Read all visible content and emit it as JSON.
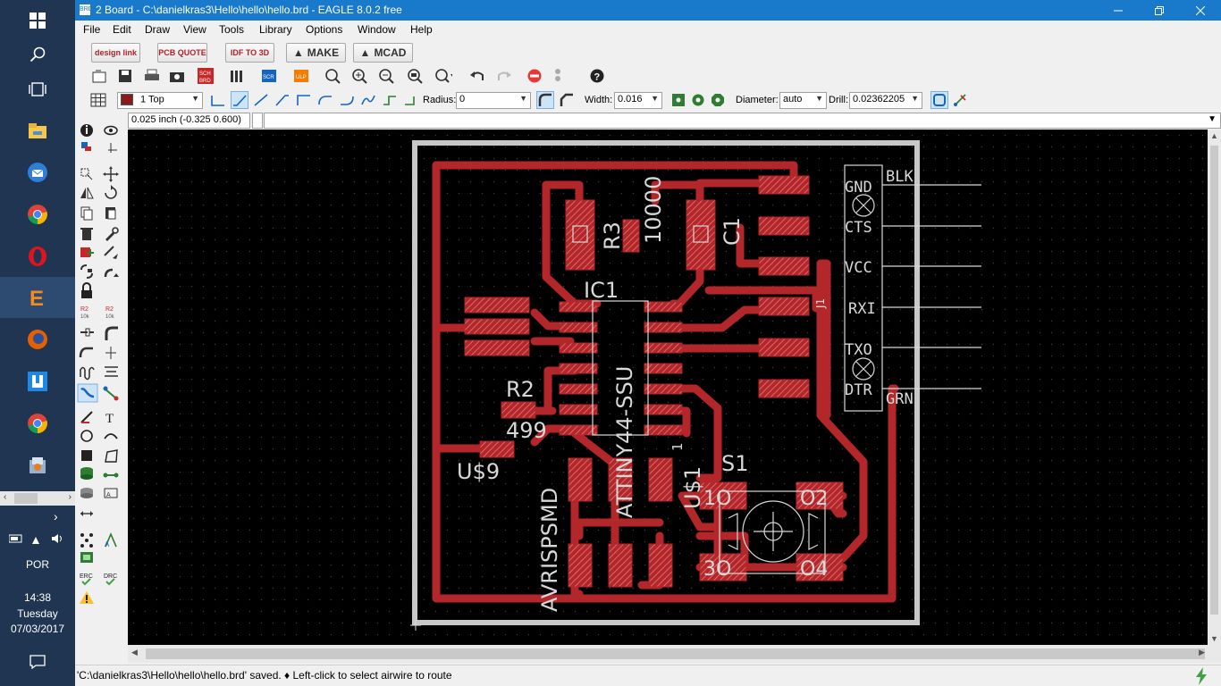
{
  "window": {
    "title": "2 Board - C:\\danielkras3\\Hello\\hello\\hello.brd - EAGLE 8.0.2 free",
    "app_icon": "BRD"
  },
  "menu": [
    "File",
    "Edit",
    "Draw",
    "View",
    "Tools",
    "Library",
    "Options",
    "Window",
    "Help"
  ],
  "fusion_toolbar": {
    "design_link": "design link",
    "pcb_quote": "PCB QUOTE",
    "idf_to_3d": "IDF TO 3D",
    "make": "MAKE",
    "mcad": "MCAD"
  },
  "param_toolbar": {
    "layer": "1 Top",
    "radius_label": "Radius:",
    "radius_value": "0",
    "width_label": "Width:",
    "width_value": "0.016",
    "diameter_label": "Diameter:",
    "diameter_value": "auto",
    "drill_label": "Drill:",
    "drill_value": "0.02362205",
    "layer_color": "#8b1a1a"
  },
  "coordinates": "0.025 inch (-0.325 0.600)",
  "command_line": "",
  "board": {
    "colors": {
      "copper": "#b3262a",
      "dimension": "#c8c8c8",
      "silk": "#d8d8d8"
    },
    "labels": {
      "r3": "R3",
      "r3_value": "10000",
      "c1": "C1",
      "ic1": "IC1",
      "ic1_value": "ATTINY44-SSU",
      "j1": "J1",
      "r2": "R2",
      "r2_value": "499",
      "usd9": "U$9",
      "usd1": "U$1",
      "avrisp": "AVRISPSMD",
      "s1": "S1",
      "pin1": "1",
      "pin_1o": "1O",
      "pin_o2": "O2",
      "pin_3o": "3O",
      "pin_o4": "O4",
      "ftdi_top": "BLK",
      "ftdi_bottom": "GRN",
      "ftdi_pins": [
        "GND",
        "CTS",
        "VCC",
        "RXI",
        "TXO",
        "DTR"
      ]
    }
  },
  "status": {
    "message": "'C:\\danielkras3\\Hello\\hello\\hello.brd' saved.  ♦ Left-click to select airwire to route"
  },
  "taskbar": {
    "language": "POR",
    "time": "14:38",
    "day": "Tuesday",
    "date": "07/03/2017",
    "apps": [
      "start-icon",
      "search-icon",
      "task-view-icon",
      "file-explorer-icon",
      "thunderbird-icon",
      "chrome-icon",
      "opera-icon",
      "eagle-icon",
      "firefox-icon",
      "app-icon",
      "chrome-icon",
      "app-icon"
    ]
  }
}
